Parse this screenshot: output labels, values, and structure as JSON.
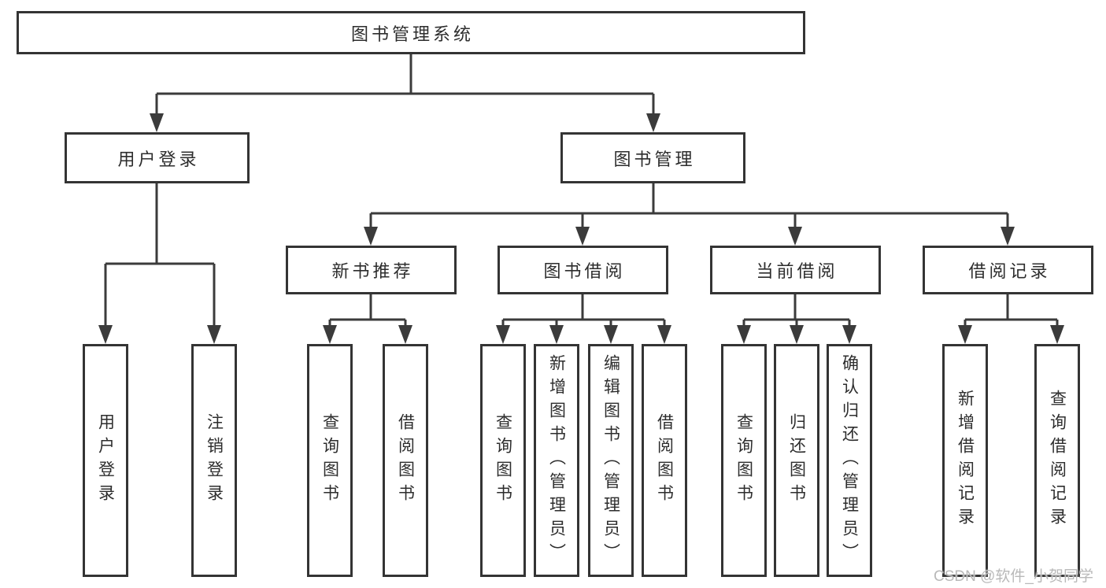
{
  "diagram": {
    "title": "图书管理系统",
    "level1": {
      "user_login": "用户登录",
      "book_management": "图书管理"
    },
    "level2": {
      "new_book_recommend": "新书推荐",
      "book_borrow": "图书借阅",
      "current_borrow": "当前借阅",
      "borrow_records": "借阅记录"
    },
    "leaves": {
      "user": [
        "用户登录",
        "注销登录"
      ],
      "recommend": [
        "查询图书",
        "借阅图书"
      ],
      "borrow": [
        "查询图书",
        "新增图书（管理员）",
        "编辑图书（管理员）",
        "借阅图书"
      ],
      "current": [
        "查询图书",
        "归还图书",
        "确认归还（管理员）"
      ],
      "records": [
        "新增借阅记录",
        "查询借阅记录"
      ]
    },
    "colors": {
      "line": "#3b3b3b",
      "border": "#343434",
      "text": "#2d2d2d",
      "watermark": "#b9b9b9"
    }
  },
  "watermark": "CSDN @软件_小贺同学"
}
